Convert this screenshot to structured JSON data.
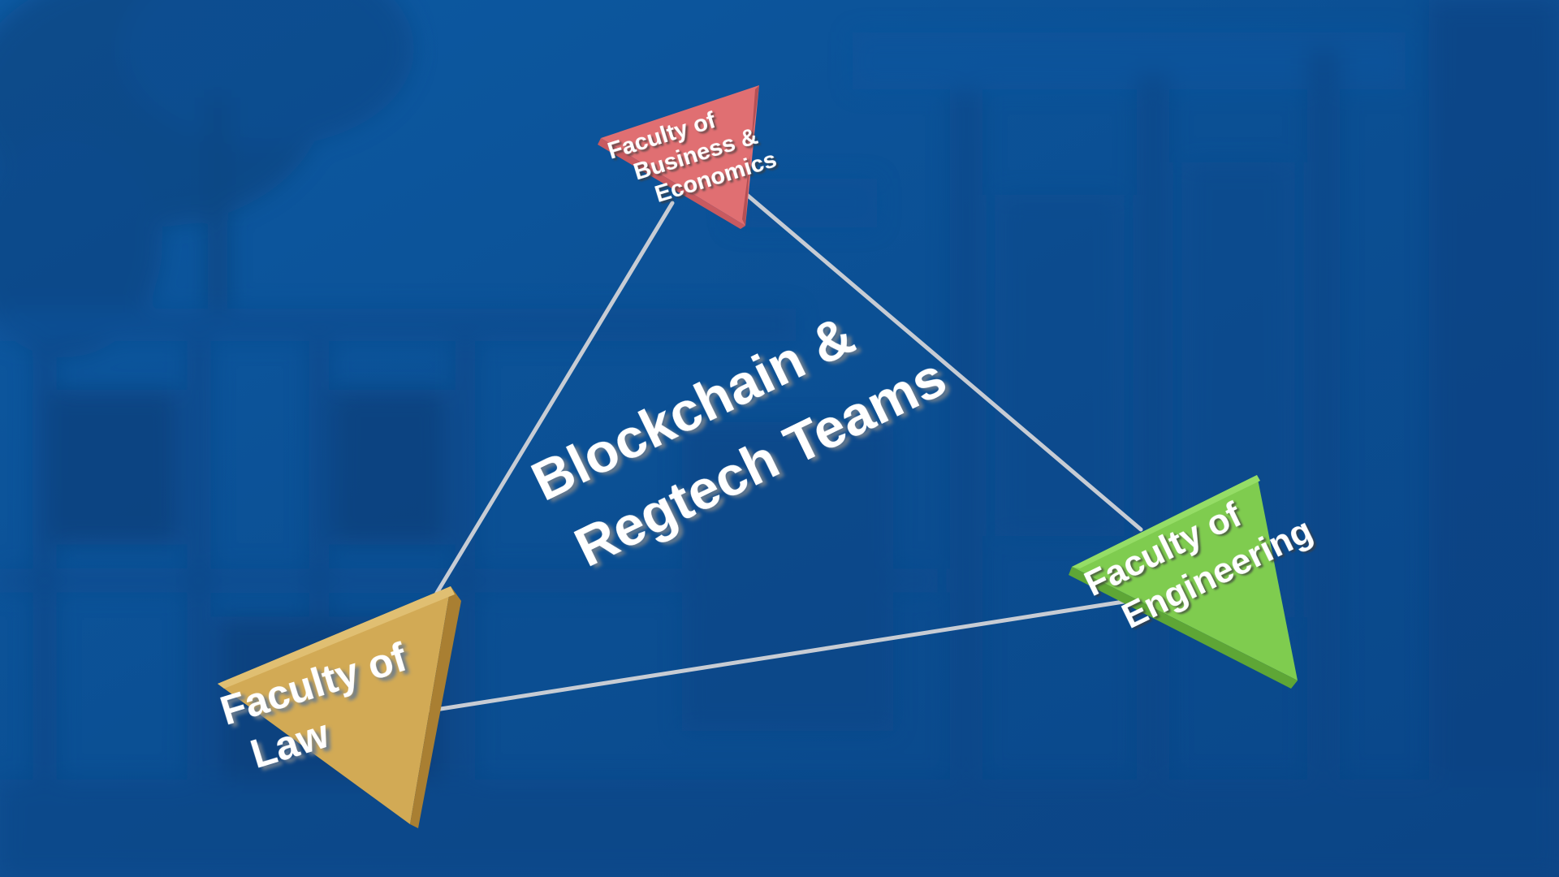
{
  "center_title": {
    "line1": "Blockchain &",
    "line2": "Regtech Teams"
  },
  "nodes": {
    "business": {
      "line1": "Faculty of",
      "line2": "Business &",
      "line3": "Economics",
      "color": "#e06f72"
    },
    "law": {
      "line1": "Faculty of",
      "line2": "Law",
      "color": "#d2aa55"
    },
    "engineering": {
      "line1": "Faculty of",
      "line2": "Engineering",
      "color": "#7fcc4f"
    }
  },
  "colors": {
    "background": "#0b4f93",
    "connector": "#c7ccd4",
    "text": "#ffffff"
  }
}
